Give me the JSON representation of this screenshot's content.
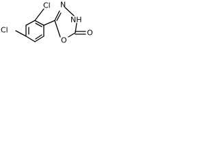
{
  "molecule": {
    "atoms": {
      "cl_top": "Cl",
      "cl_left": "Cl",
      "n_ring_upper": "N",
      "nh_ring": "NH",
      "o_ring": "O",
      "o_carbonyl": "O"
    }
  }
}
